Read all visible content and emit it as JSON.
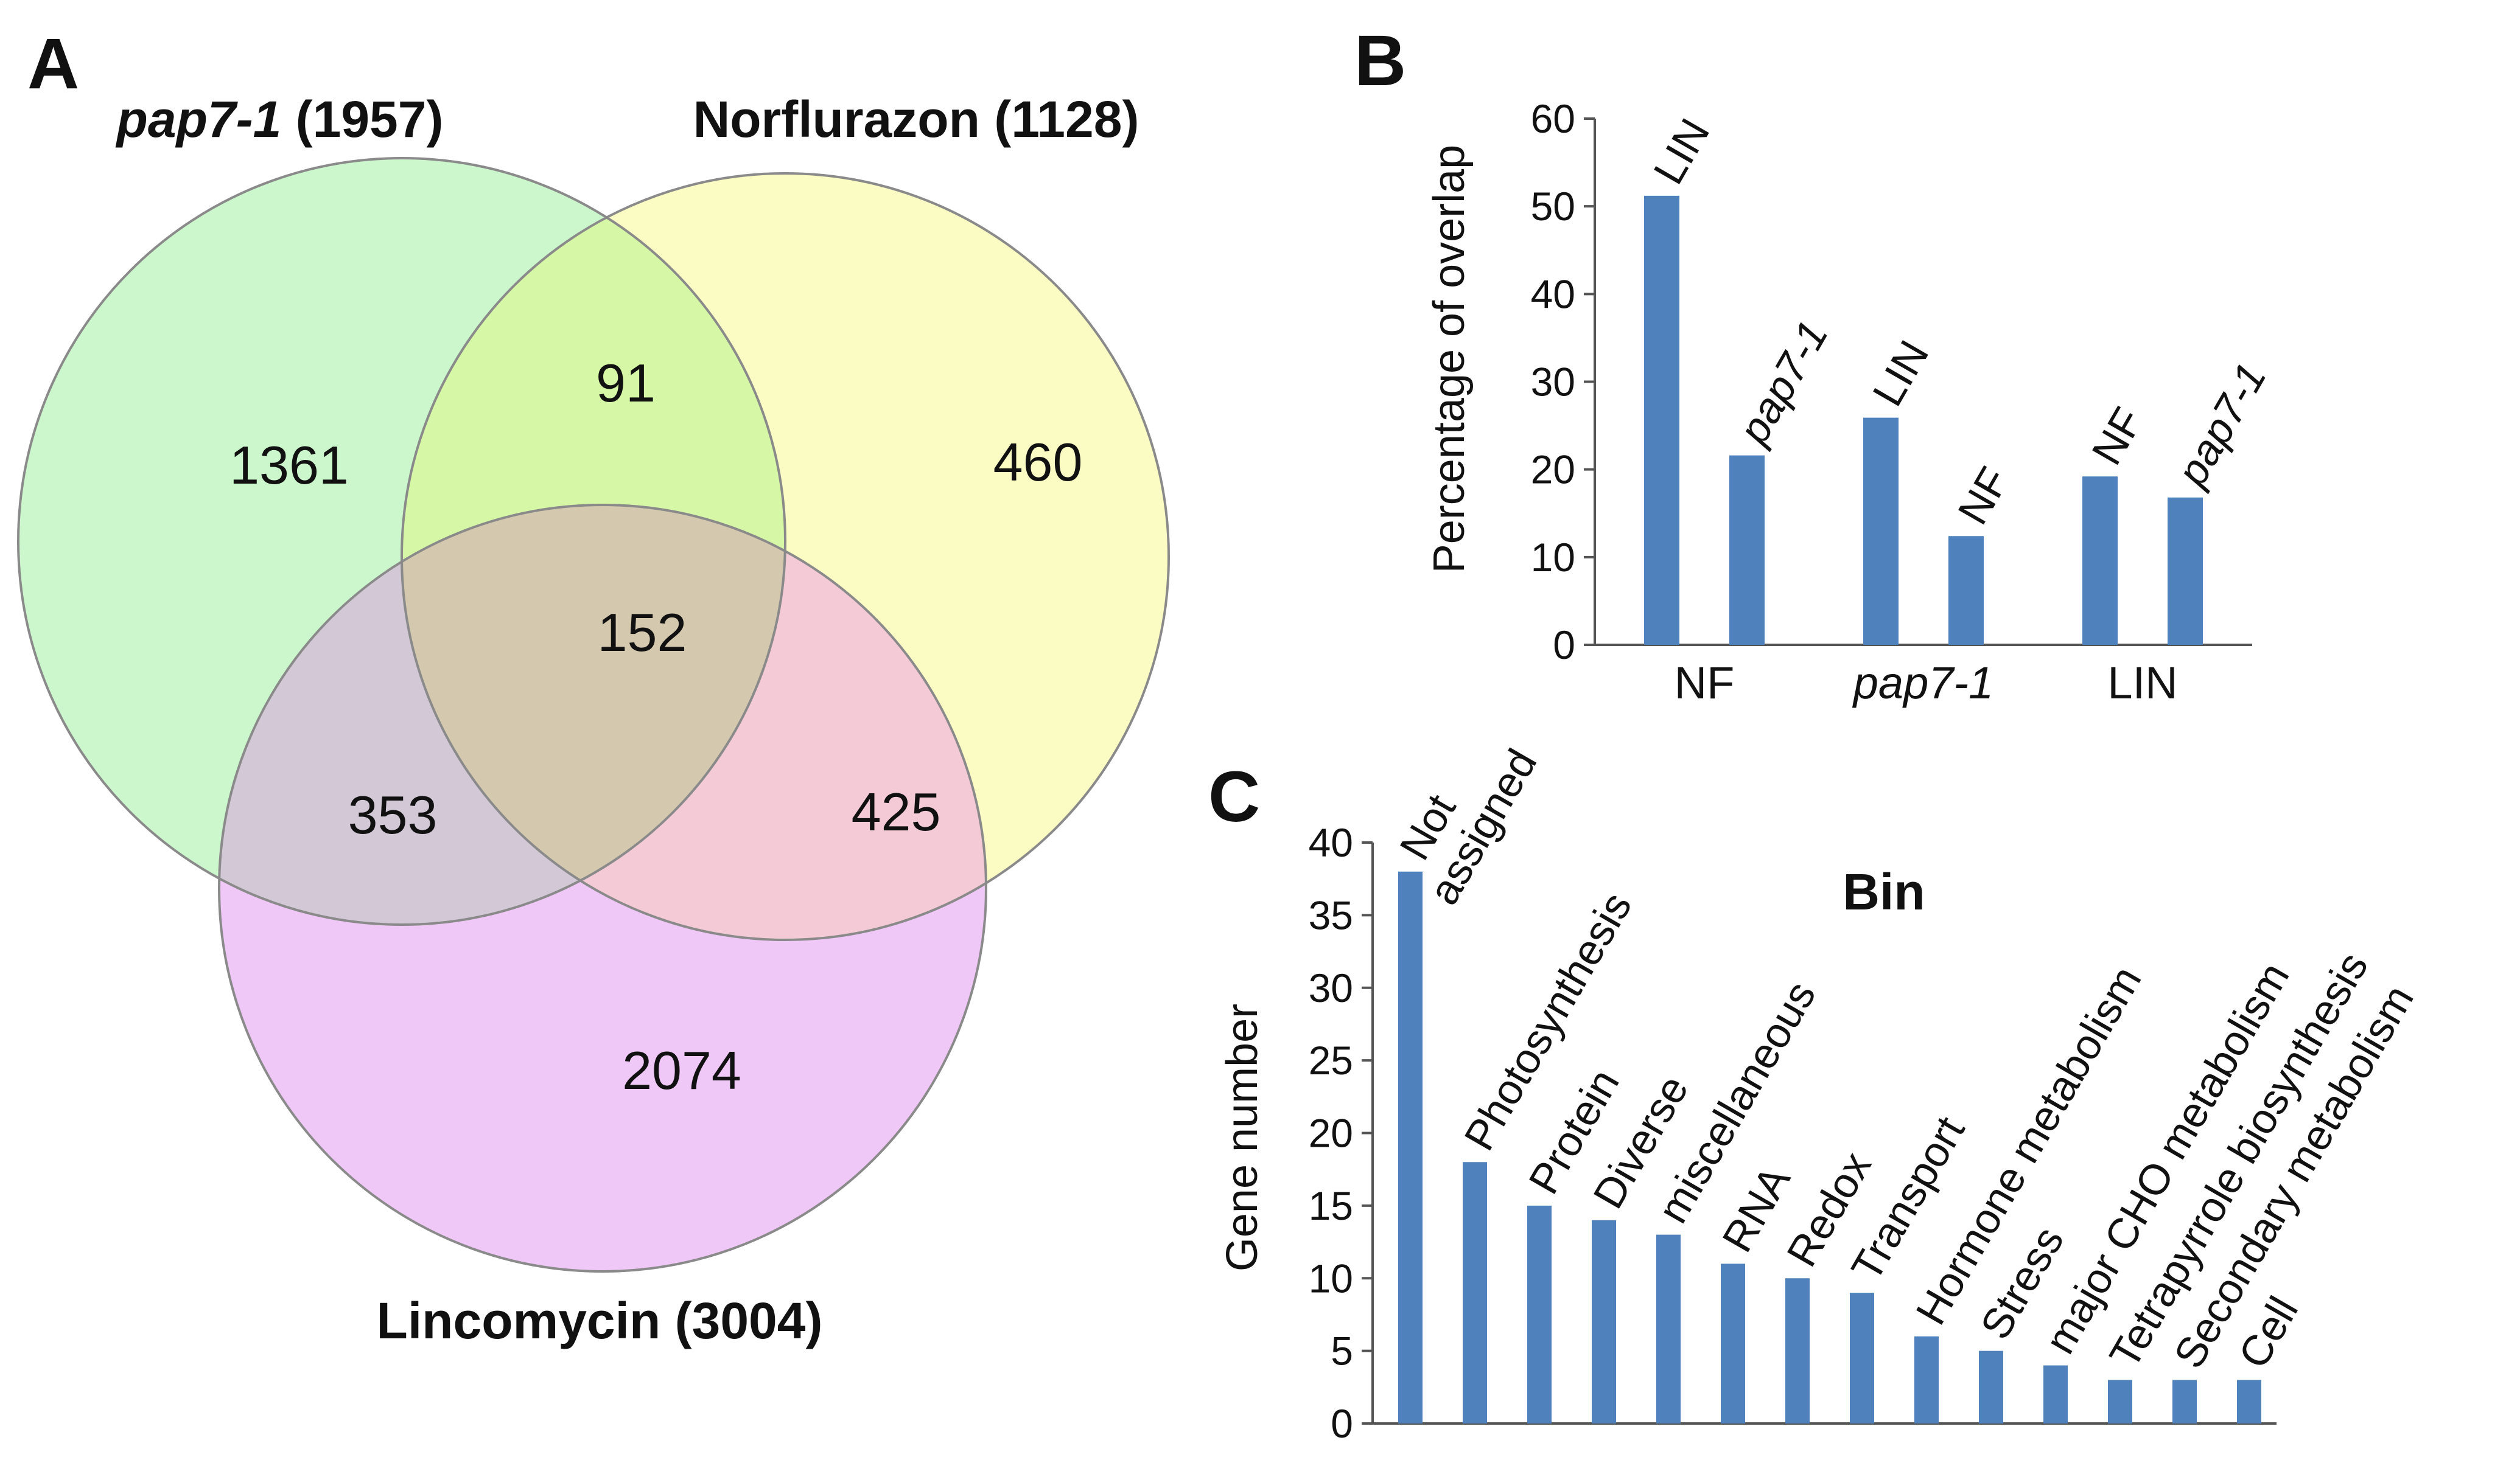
{
  "panels": {
    "a": "A",
    "b": "B",
    "c": "C"
  },
  "venn": {
    "sets": [
      {
        "key": "pap",
        "name": "pap7-1",
        "count_label": "(1957)",
        "color": "#ccf7cc"
      },
      {
        "key": "nf",
        "name": "Norflurazon",
        "count_label": "(1128)",
        "color": "#fbfbc4"
      },
      {
        "key": "lin",
        "name": "Lincomycin",
        "count_label": "(3004)",
        "color": "#f0c8f7"
      }
    ],
    "regions": {
      "pap_only": "1361",
      "nf_only": "460",
      "lin_only": "2074",
      "pap_nf": "91",
      "pap_lin": "353",
      "nf_lin": "425",
      "all": "152"
    },
    "region_colors": {
      "pap_nf": "#d6f7a6",
      "pap_lin": "#d2c8d6",
      "nf_lin": "#f3cad6",
      "all": "#d4c8ae"
    }
  },
  "chart_data": [
    {
      "type": "bar",
      "ylabel": "Percentage of overlap",
      "ylim": [
        0,
        60
      ],
      "yticks": [
        0,
        10,
        20,
        30,
        40,
        50,
        60
      ],
      "grid": false,
      "bar_color": "#4f81bd",
      "groups": [
        {
          "label": "NF",
          "italic": false,
          "bars": [
            {
              "label": "LIN",
              "italic": false,
              "value": 51.2
            },
            {
              "label": "pap7-1",
              "italic": true,
              "value": 21.6
            }
          ]
        },
        {
          "label": "pap7-1",
          "italic": true,
          "bars": [
            {
              "label": "LIN",
              "italic": false,
              "value": 25.9
            },
            {
              "label": "NF",
              "italic": false,
              "value": 12.4
            }
          ]
        },
        {
          "label": "LIN",
          "italic": false,
          "bars": [
            {
              "label": "NF",
              "italic": false,
              "value": 19.2
            },
            {
              "label": "pap7-1",
              "italic": true,
              "value": 16.8
            }
          ]
        }
      ]
    },
    {
      "type": "bar",
      "title": "Bin",
      "ylabel": "Gene number",
      "ylim": [
        0,
        40
      ],
      "yticks": [
        0,
        5,
        10,
        15,
        20,
        25,
        30,
        35,
        40
      ],
      "grid": false,
      "bar_color": "#4f81bd",
      "categories": [
        "Not assigned",
        "Photosynthesis",
        "Protein",
        "Diverse",
        "miscellaneous",
        "RNA",
        "Redox",
        "Transport",
        "Hormone metabolism",
        "Stress",
        "major CHO metabolism",
        "Tetrapyrrole biosynthesis",
        "Secondary metabolism",
        "Cell"
      ],
      "values": [
        38,
        18,
        15,
        14,
        13,
        11,
        10,
        9,
        6,
        5,
        4,
        3,
        3,
        3
      ]
    }
  ]
}
